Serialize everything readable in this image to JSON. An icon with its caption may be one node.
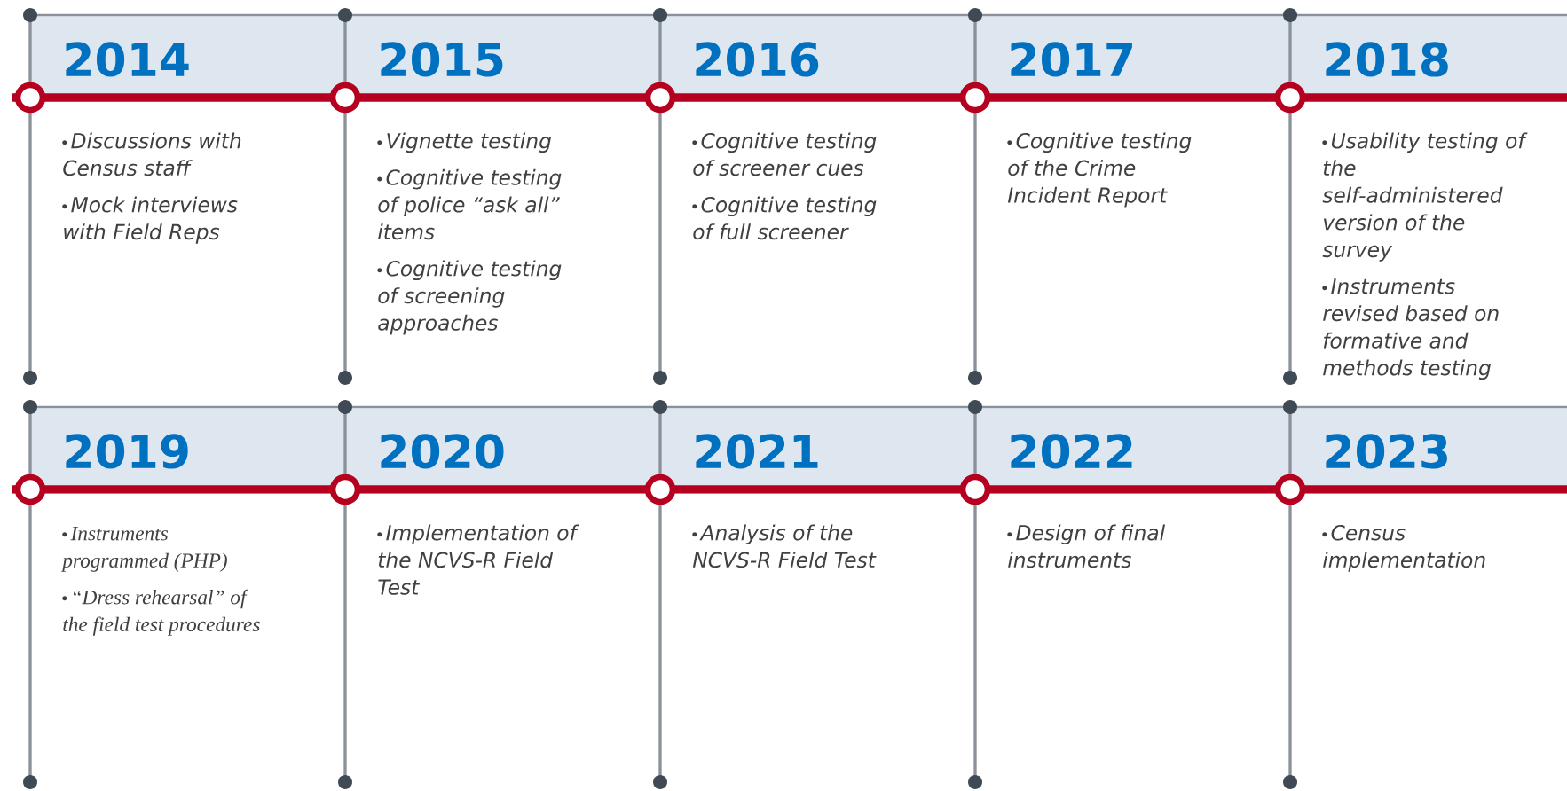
{
  "diagram": {
    "nodes": [
      {
        "text": [
          "2014",
          "Discussions with Census staff",
          "Mock interviews with Field Reps"
        ]
      },
      {
        "text": [
          "2015",
          "Vignette testing",
          "Cognitive testing of police “ask all” items",
          "Cognitive testing of screening approaches"
        ]
      },
      {
        "text": [
          "2016",
          "Cognitive testing of screener cues",
          "Cognitive testing of full screener"
        ]
      },
      {
        "text": [
          "2017",
          "Cognitive testing of the Crime Incident Report"
        ]
      },
      {
        "text": [
          "2018",
          "Usability testing of the self-administered version of the survey",
          "Instruments revised based on formative and methods testing"
        ]
      },
      {
        "text": [
          "2019",
          "Instruments programmed (PHP)",
          "“Dress rehearsal” of the field test procedures"
        ]
      },
      {
        "text": [
          "2020",
          "Implementation of the NCVS-R Field Test"
        ]
      },
      {
        "text": [
          "2021",
          "Analysis of the NCVS-R Field Test"
        ]
      },
      {
        "text": [
          "2022",
          "Design of final instruments"
        ]
      },
      {
        "text": [
          "2023",
          "Census implementation"
        ]
      }
    ]
  }
}
